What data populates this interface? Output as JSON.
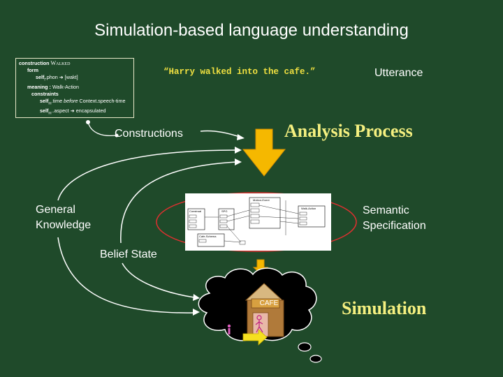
{
  "title": "Simulation-based language understanding",
  "construction_box": {
    "line1_keyword": "construction",
    "line1_name": "Walked",
    "line2": "form",
    "line3_a": "self",
    "line3_sub": "f",
    "line3_b": ".phon",
    "line3_c": "[wakt]",
    "line4_a": "meaning :",
    "line4_b": "Walk-Action",
    "line5": "constraints",
    "line6_a": "self",
    "line6_sub": "m",
    "line6_b": ".time",
    "line6_c": "before",
    "line6_d": "Context.speech-time",
    "line7_a": "self",
    "line7_sub": "m",
    "line7_b": "..aspect",
    "line7_c": "encapsulated"
  },
  "utterance": "“Harry walked into the cafe.”",
  "utterance_label": "Utterance",
  "analysis_process": "Analysis Process",
  "constructions": "Constructions",
  "general_knowledge": [
    "General",
    "Knowledge"
  ],
  "semantic_specification": [
    "Semantic",
    "Specification"
  ],
  "belief_state": "Belief State",
  "simulation": "Simulation",
  "cafe_sign": "CAFE",
  "semspec_boxes": {
    "motion_event": "Motion-Event",
    "walk_action": "Walk-Action",
    "construal": "Construal",
    "spg": "SPG",
    "cafe_schema": "Cafe-Schema"
  },
  "colors": {
    "background": "#1f4a2a",
    "heading": "#f5f080",
    "utterance": "#f0e040",
    "arrow": "#f5b800",
    "ellipse": "#e03030",
    "cafe_building": "#b07a3a"
  }
}
